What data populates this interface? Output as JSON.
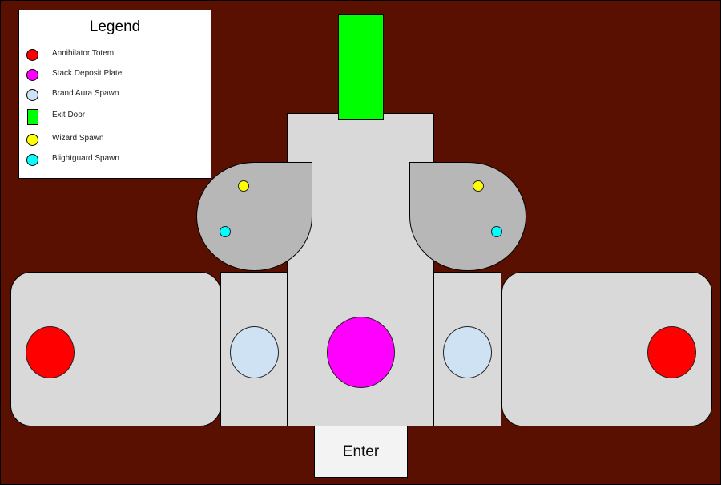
{
  "colors": {
    "background": "#5a1000",
    "room_floor": "#d9d9d9",
    "alcove_floor": "#b7b7b7",
    "legend_bg": "#ffffff",
    "enter_bg": "#f3f3f3",
    "annihilator_totem": "#ff0000",
    "stack_deposit_plate": "#ff00ff",
    "brand_aura_spawn": "#cfe2f3",
    "exit_door": "#00ff00",
    "wizard_spawn": "#ffff00",
    "blightguard_spawn": "#00ffff"
  },
  "legend": {
    "title": "Legend",
    "items": [
      {
        "label": "Annihilator Totem",
        "icon": "red-circle"
      },
      {
        "label": "Stack Deposit Plate",
        "icon": "magenta-circle"
      },
      {
        "label": "Brand Aura Spawn",
        "icon": "light-blue-circle"
      },
      {
        "label": "Exit Door",
        "icon": "green-rectangle"
      },
      {
        "label": "Wizard Spawn",
        "icon": "yellow-circle"
      },
      {
        "label": "Blightguard Spawn",
        "icon": "cyan-circle"
      }
    ]
  },
  "map": {
    "entrance_label": "Enter"
  }
}
